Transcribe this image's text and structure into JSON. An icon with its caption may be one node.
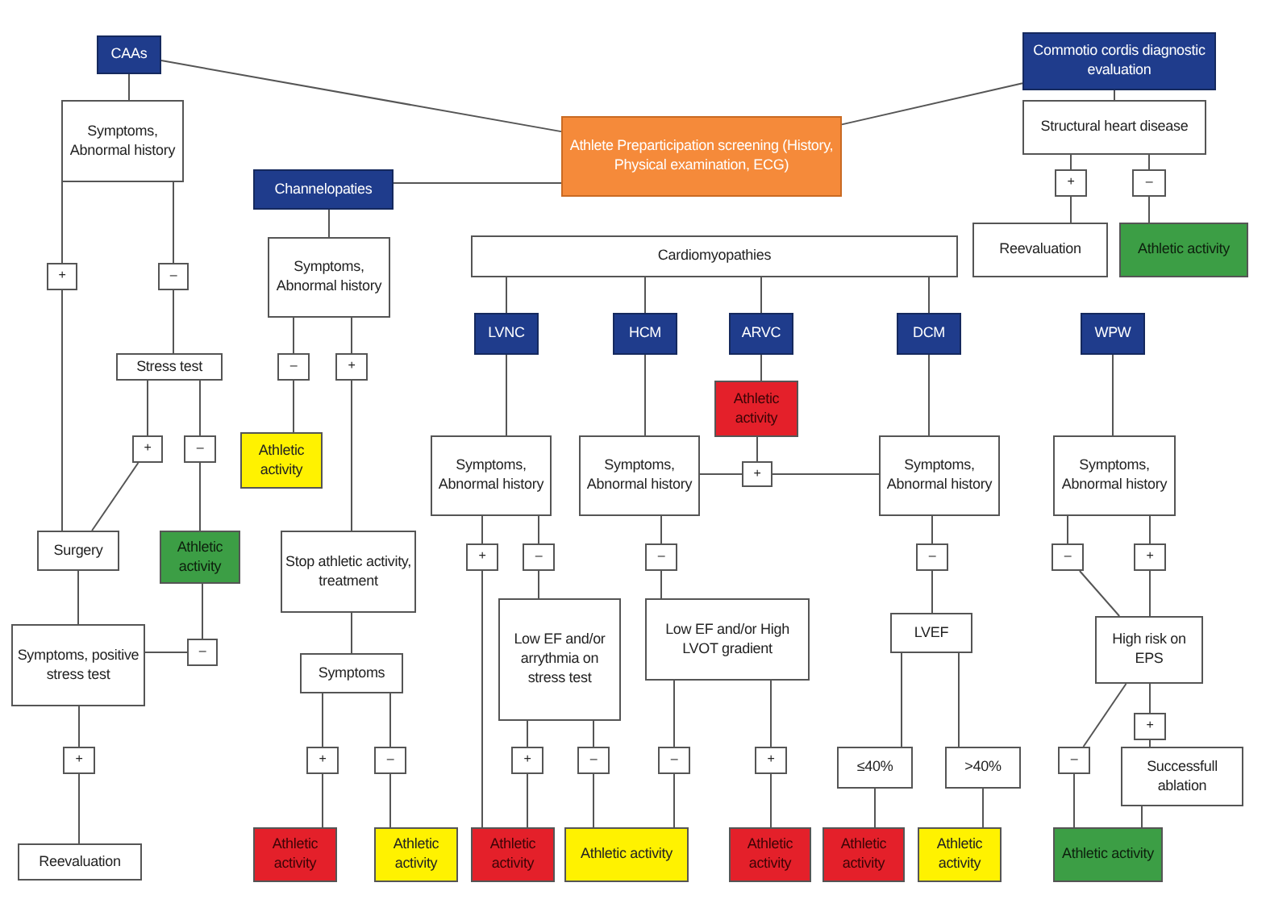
{
  "diagram": {
    "nodes": [
      {
        "text": [
          "CAAs"
        ]
      },
      {
        "text": [
          "Athlete Preparticipation screening (History, Physical examination, ECG)"
        ]
      },
      {
        "text": [
          "Commotio cordis diagnostic evaluation"
        ]
      },
      {
        "text": [
          "Structural heart disease"
        ]
      },
      {
        "text": [
          "+"
        ]
      },
      {
        "text": [
          "–"
        ]
      },
      {
        "text": [
          "Reevaluation"
        ]
      },
      {
        "text": [
          "Athletic activity"
        ]
      },
      {
        "text": [
          "Symptoms, Abnormal history"
        ]
      },
      {
        "text": [
          "+"
        ]
      },
      {
        "text": [
          "–"
        ]
      },
      {
        "text": [
          "Stress test"
        ]
      },
      {
        "text": [
          "+"
        ]
      },
      {
        "text": [
          "–"
        ]
      },
      {
        "text": [
          "Surgery"
        ]
      },
      {
        "text": [
          "Athletic activity"
        ]
      },
      {
        "text": [
          "Symptoms, positive stress test"
        ]
      },
      {
        "text": [
          "–"
        ]
      },
      {
        "text": [
          "+"
        ]
      },
      {
        "text": [
          "Reevaluation"
        ]
      },
      {
        "text": [
          "Channelopaties"
        ]
      },
      {
        "text": [
          "Symptoms, Abnormal history"
        ]
      },
      {
        "text": [
          "–"
        ]
      },
      {
        "text": [
          "+"
        ]
      },
      {
        "text": [
          "Athletic activity"
        ]
      },
      {
        "text": [
          "Stop athletic activity, treatment"
        ]
      },
      {
        "text": [
          "Symptoms"
        ]
      },
      {
        "text": [
          "+"
        ]
      },
      {
        "text": [
          "–"
        ]
      },
      {
        "text": [
          "Athletic activity"
        ]
      },
      {
        "text": [
          "Athletic activity"
        ]
      },
      {
        "text": [
          "Cardiomyopathies"
        ]
      },
      {
        "text": [
          "LVNC"
        ]
      },
      {
        "text": [
          "HCM"
        ]
      },
      {
        "text": [
          "ARVC"
        ]
      },
      {
        "text": [
          "DCM"
        ]
      },
      {
        "text": [
          "WPW"
        ]
      },
      {
        "text": [
          "Athletic activity"
        ]
      },
      {
        "text": [
          "Symptoms, Abnormal history"
        ]
      },
      {
        "text": [
          "Symptoms, Abnormal history"
        ]
      },
      {
        "text": [
          "+"
        ]
      },
      {
        "text": [
          "Symptoms, Abnormal history"
        ]
      },
      {
        "text": [
          "Symptoms, Abnormal history"
        ]
      },
      {
        "text": [
          "+"
        ]
      },
      {
        "text": [
          "–"
        ]
      },
      {
        "text": [
          "–"
        ]
      },
      {
        "text": [
          "–"
        ]
      },
      {
        "text": [
          "–"
        ]
      },
      {
        "text": [
          "+"
        ]
      },
      {
        "text": [
          "Low EF and/or arrythmia on stress test"
        ]
      },
      {
        "text": [
          "Low EF and/or High LVOT gradient"
        ]
      },
      {
        "text": [
          "LVEF"
        ]
      },
      {
        "text": [
          "High risk on EPS"
        ]
      },
      {
        "text": [
          "+"
        ]
      },
      {
        "text": [
          "–"
        ]
      },
      {
        "text": [
          "–"
        ]
      },
      {
        "text": [
          "+"
        ]
      },
      {
        "text": [
          "≤40%"
        ]
      },
      {
        "text": [
          ">40%"
        ]
      },
      {
        "text": [
          "–"
        ]
      },
      {
        "text": [
          "+"
        ]
      },
      {
        "text": [
          "Successfull ablation"
        ]
      },
      {
        "text": [
          "Athletic activity"
        ]
      },
      {
        "text": [
          "Athletic activity"
        ]
      },
      {
        "text": [
          "Athletic activity"
        ]
      },
      {
        "text": [
          "Athletic activity"
        ]
      },
      {
        "text": [
          "Athletic activity"
        ]
      },
      {
        "text": [
          "Athletic activity"
        ]
      }
    ],
    "edges": [
      {
        "from": 0,
        "to": 1,
        "arrow": "none"
      },
      {
        "from": 20,
        "to": 1,
        "arrow": "none"
      },
      {
        "from": 2,
        "to": 1,
        "arrow": "none"
      },
      {
        "from": 2,
        "to": 3,
        "arrow": "none"
      },
      {
        "from": 3,
        "to": 4,
        "arrow": "none"
      },
      {
        "from": 3,
        "to": 5,
        "arrow": "none"
      },
      {
        "from": 4,
        "to": 6,
        "arrow": "none"
      },
      {
        "from": 5,
        "to": 7,
        "arrow": "none"
      },
      {
        "from": 0,
        "to": 8,
        "arrow": "none"
      },
      {
        "from": 8,
        "to": 9,
        "arrow": "none"
      },
      {
        "from": 8,
        "to": 10,
        "arrow": "none"
      },
      {
        "from": 10,
        "to": 11,
        "arrow": "none"
      },
      {
        "from": 11,
        "to": 12,
        "arrow": "none"
      },
      {
        "from": 11,
        "to": 13,
        "arrow": "none"
      },
      {
        "from": 9,
        "to": 14,
        "arrow": "none"
      },
      {
        "from": 12,
        "to": 14,
        "arrow": "none"
      },
      {
        "from": 13,
        "to": 15,
        "arrow": "none"
      },
      {
        "from": 14,
        "to": 16,
        "arrow": "none"
      },
      {
        "from": 15,
        "to": 17,
        "arrow": "none"
      },
      {
        "from": 17,
        "to": 16,
        "arrow": "none"
      },
      {
        "from": 16,
        "to": 18,
        "arrow": "none"
      },
      {
        "from": 18,
        "to": 19,
        "arrow": "none"
      },
      {
        "from": 20,
        "to": 21,
        "arrow": "none"
      },
      {
        "from": 21,
        "to": 22,
        "arrow": "none"
      },
      {
        "from": 21,
        "to": 23,
        "arrow": "none"
      },
      {
        "from": 22,
        "to": 24,
        "arrow": "none"
      },
      {
        "from": 23,
        "to": 25,
        "arrow": "none"
      },
      {
        "from": 25,
        "to": 26,
        "arrow": "none"
      },
      {
        "from": 26,
        "to": 27,
        "arrow": "none"
      },
      {
        "from": 26,
        "to": 28,
        "arrow": "none"
      },
      {
        "from": 27,
        "to": 29,
        "arrow": "none"
      },
      {
        "from": 28,
        "to": 30,
        "arrow": "none"
      },
      {
        "from": 31,
        "to": 32,
        "arrow": "none"
      },
      {
        "from": 31,
        "to": 33,
        "arrow": "none"
      },
      {
        "from": 31,
        "to": 34,
        "arrow": "none"
      },
      {
        "from": 31,
        "to": 35,
        "arrow": "none"
      },
      {
        "from": 32,
        "to": 38,
        "arrow": "none"
      },
      {
        "from": 33,
        "to": 39,
        "arrow": "none"
      },
      {
        "from": 34,
        "to": 37,
        "arrow": "none"
      },
      {
        "from": 37,
        "to": 40,
        "arrow": "none"
      },
      {
        "from": 39,
        "to": 40,
        "arrow": "none"
      },
      {
        "from": 40,
        "to": 41,
        "arrow": "none"
      },
      {
        "from": 35,
        "to": 41,
        "arrow": "none"
      },
      {
        "from": 36,
        "to": 42,
        "arrow": "none"
      },
      {
        "from": 38,
        "to": 43,
        "arrow": "none"
      },
      {
        "from": 38,
        "to": 44,
        "arrow": "none"
      },
      {
        "from": 43,
        "to": 62,
        "arrow": "none"
      },
      {
        "from": 44,
        "to": 49,
        "arrow": "none"
      },
      {
        "from": 49,
        "to": 53,
        "arrow": "none"
      },
      {
        "from": 49,
        "to": 54,
        "arrow": "none"
      },
      {
        "from": 53,
        "to": 62,
        "arrow": "none"
      },
      {
        "from": 54,
        "to": 63,
        "arrow": "none"
      },
      {
        "from": 39,
        "to": 45,
        "arrow": "none"
      },
      {
        "from": 45,
        "to": 50,
        "arrow": "none"
      },
      {
        "from": 50,
        "to": 55,
        "arrow": "none"
      },
      {
        "from": 50,
        "to": 56,
        "arrow": "none"
      },
      {
        "from": 55,
        "to": 63,
        "arrow": "none"
      },
      {
        "from": 56,
        "to": 64,
        "arrow": "none"
      },
      {
        "from": 41,
        "to": 46,
        "arrow": "none"
      },
      {
        "from": 46,
        "to": 51,
        "arrow": "none"
      },
      {
        "from": 51,
        "to": 57,
        "arrow": "none"
      },
      {
        "from": 51,
        "to": 58,
        "arrow": "none"
      },
      {
        "from": 57,
        "to": 65,
        "arrow": "none"
      },
      {
        "from": 58,
        "to": 66,
        "arrow": "none"
      },
      {
        "from": 42,
        "to": 47,
        "arrow": "none"
      },
      {
        "from": 42,
        "to": 48,
        "arrow": "none"
      },
      {
        "from": 47,
        "to": 52,
        "arrow": "none"
      },
      {
        "from": 48,
        "to": 52,
        "arrow": "none"
      },
      {
        "from": 52,
        "to": 59,
        "arrow": "none"
      },
      {
        "from": 52,
        "to": 60,
        "arrow": "none"
      },
      {
        "from": 60,
        "to": 61,
        "arrow": "none"
      },
      {
        "from": 59,
        "to": 67,
        "arrow": "none"
      },
      {
        "from": 61,
        "to": 67,
        "arrow": "none"
      }
    ]
  }
}
